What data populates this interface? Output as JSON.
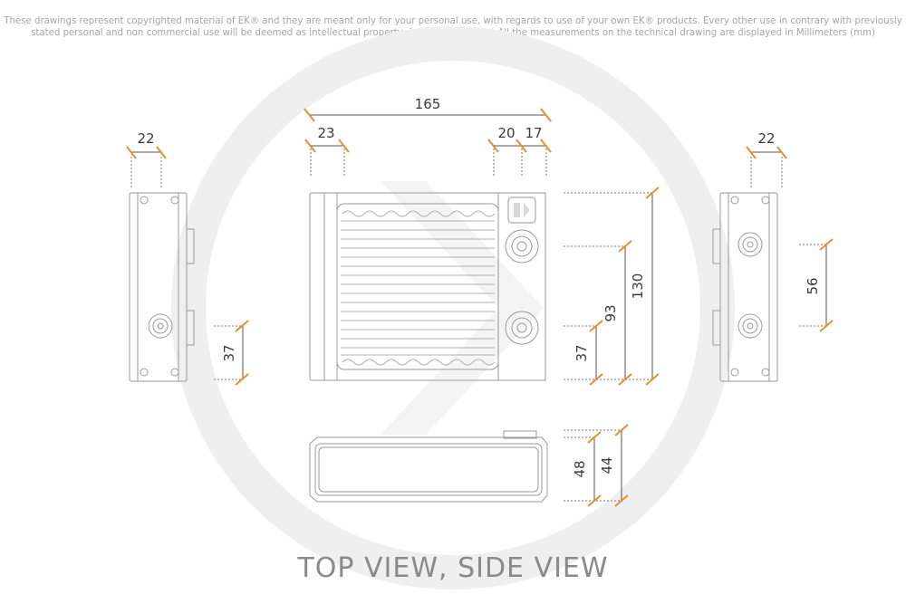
{
  "disclaimer": {
    "line1": "These drawings represent copyrighted material of EK® and they are meant only for your personal use, with regards to use of  your own EK® products. Every other use in contrary with previously",
    "line2": "stated personal and non commercial use will be deemed as intellectual property rights infringement.All the measurements on the technical drawing are displayed in Millimeters (mm)"
  },
  "dimensions": {
    "left_width": "22",
    "left_port_height": "37",
    "front_width": "165",
    "front_left_offset": "23",
    "front_right_offset_a": "20",
    "front_right_offset_b": "17",
    "front_height": "130",
    "front_port_spacing": "93",
    "front_port_height": "37",
    "right_width": "22",
    "right_port_spacing": "56",
    "side_height": "48",
    "side_core_height": "44"
  },
  "caption": "TOP VIEW, SIDE VIEW",
  "colors": {
    "dimension_tick": "#e8902a",
    "outline": "#9a9a9a",
    "watermark": "#efefef"
  }
}
